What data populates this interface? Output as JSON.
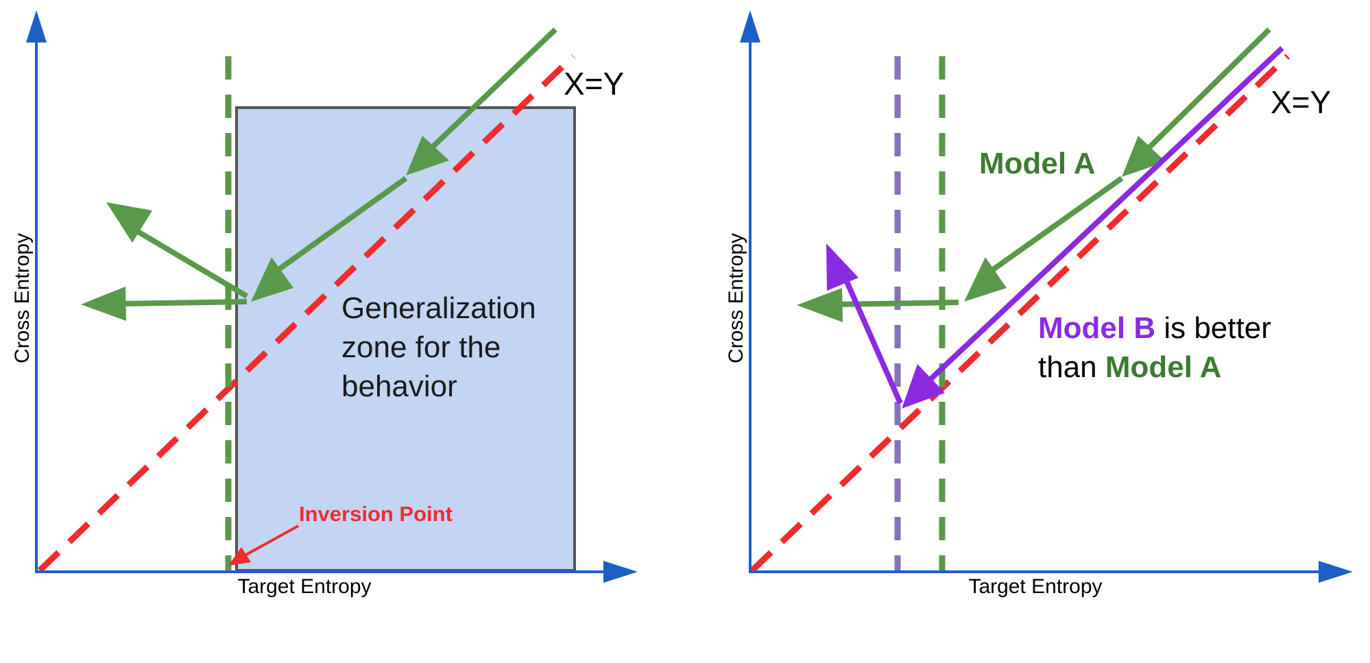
{
  "colors": {
    "axis": "#1c5fc7",
    "diagonal": "#ef2b2e",
    "green": "#5a994a",
    "green_text": "#3d7a33",
    "purple": "#8a2be2",
    "purple_dash": "#8572b8",
    "zone_fill": "#c3d5f3",
    "zone_stroke": "#555555",
    "inversion": "#ef2b2e"
  },
  "left_panel": {
    "y_axis_label": "Cross Entropy",
    "x_axis_label": "Target Entropy",
    "diagonal_label": "X=Y",
    "zone_label_lines": [
      "Generalization",
      "zone for the",
      "behavior"
    ],
    "inversion_label": "Inversion Point"
  },
  "right_panel": {
    "y_axis_label": "Cross Entropy",
    "x_axis_label": "Target Entropy",
    "diagonal_label": "X=Y",
    "model_a_label": "Model A",
    "comparison": {
      "model_b": "Model B",
      "is_better": " is better",
      "than": "than ",
      "model_a": "Model A"
    }
  }
}
